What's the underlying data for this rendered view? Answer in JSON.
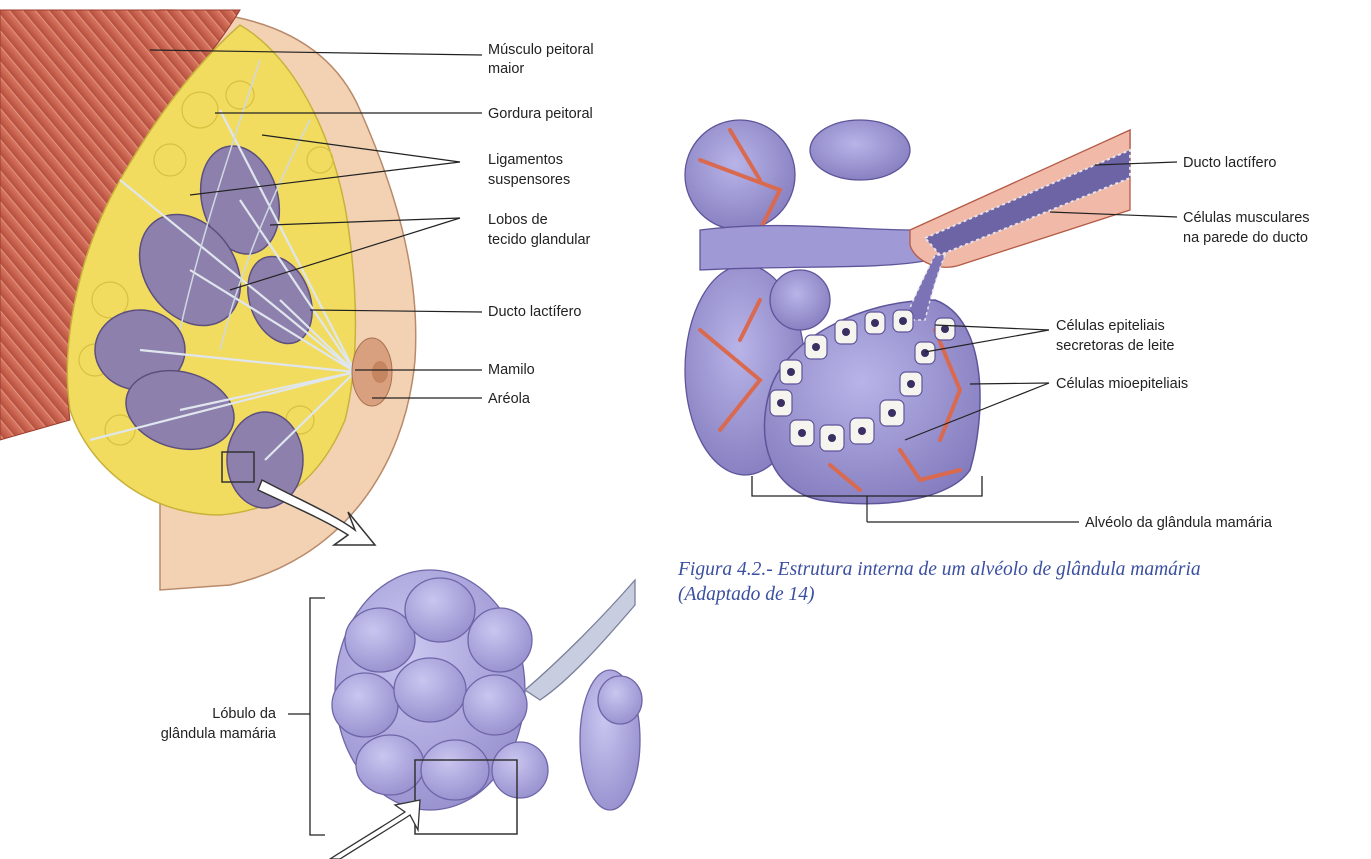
{
  "figure1": {
    "labels": {
      "musculo_peitoral": [
        "Músculo peitoral",
        "maior"
      ],
      "gordura_peitoral": "Gordura peitoral",
      "ligamentos": [
        "Ligamentos",
        "suspensores"
      ],
      "lobos": [
        "Lobos de",
        "tecido glandular"
      ],
      "ducto": "Ducto lactífero",
      "mamilo": "Mamilo",
      "areola": "Aréola",
      "lobulo": [
        "Lóbulo da",
        "glândula mamária"
      ]
    }
  },
  "figure2": {
    "labels": {
      "ducto": "Ducto lactífero",
      "musculares": [
        "Células musculares",
        "na parede do ducto"
      ],
      "epiteliais": [
        "Células epiteliais",
        "secretoras de leite"
      ],
      "mioepiteliais": "Células mioepiteliais",
      "alveolo": "Alvéolo da glândula mamária"
    },
    "caption": [
      "Figura 4.2.- Estrutura interna de um alvéolo de glândula mamária",
      "(Adaptado de 14)"
    ]
  },
  "colors": {
    "muscle": "#c8604e",
    "fat": "#f3dc5a",
    "skin": "#f0c8a6",
    "gland": "#8e80ad",
    "lobule": "#a8a3dc",
    "vessel": "#d9694f"
  }
}
